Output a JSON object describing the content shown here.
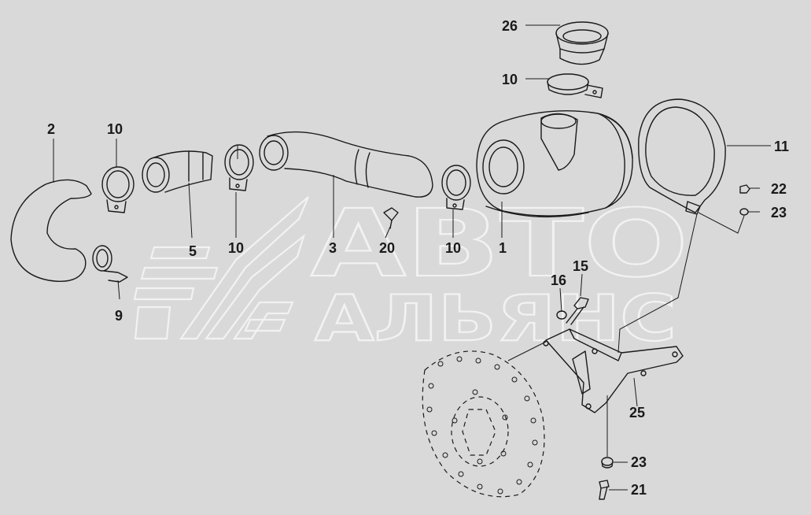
{
  "watermark": {
    "line1": "АВТО",
    "line2": "АЛЬЯНС"
  },
  "callouts": {
    "c26": "26",
    "c10_top": "10",
    "c11": "11",
    "c22": "22",
    "c23_right": "23",
    "c2": "2",
    "c10_left": "10",
    "c5": "5",
    "c10_mid": "10",
    "c3": "3",
    "c20": "20",
    "c10_right": "10",
    "c1": "1",
    "c9": "9",
    "c15": "15",
    "c16": "16",
    "c25": "25",
    "c23_bottom": "23",
    "c21": "21"
  },
  "colors": {
    "background": "#d9d9d9",
    "line": "#1a1a1a",
    "watermark": "#f2f2f2"
  }
}
